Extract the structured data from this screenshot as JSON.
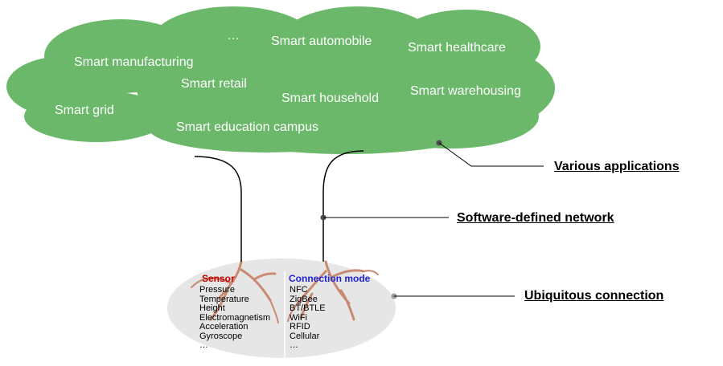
{
  "cloud": {
    "fill_color": "#6bb86b",
    "items": {
      "ellipsis": "…",
      "smart_automobile": "Smart automobile",
      "smart_healthcare": "Smart healthcare",
      "smart_manufacturing": "Smart manufacturing",
      "smart_retail": "Smart retail",
      "smart_household": "Smart household",
      "smart_warehousing": "Smart warehousing",
      "smart_grid": "Smart grid",
      "smart_education_campus": "Smart education campus"
    }
  },
  "callouts": {
    "various_applications": "Various applications",
    "software_defined_network": "Software-defined network",
    "ubiquitous_connection": "Ubiquitous connection"
  },
  "roots": {
    "sensor": {
      "title": "Sensor",
      "color": "#c00000",
      "items": [
        "Pressure",
        "Temperature",
        "Height",
        "Electromagnetism",
        "Acceleration",
        "Gyroscope",
        "…"
      ]
    },
    "connection_mode": {
      "title": "Connection mode",
      "color": "#1f1fd6",
      "items": [
        "NFC",
        "ZigBee",
        "BT/BTLE",
        "WiFi",
        "RFID",
        "Cellular",
        "…"
      ]
    }
  }
}
